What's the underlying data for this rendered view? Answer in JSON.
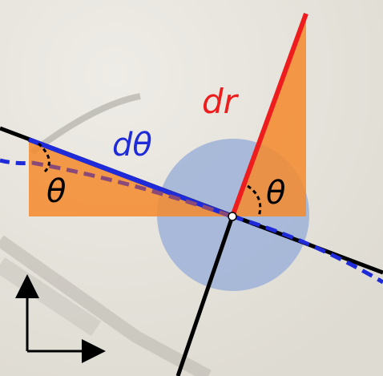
{
  "diagram": {
    "labels": {
      "d_theta": "dθ",
      "d_r": "dr",
      "theta_left": "θ",
      "theta_right": "θ"
    },
    "colors": {
      "background": "#e9e7e0",
      "orange_fill": "#f58a2c",
      "disk_fill": "#9db2d8",
      "red_line": "#ee1c1c",
      "blue_line": "#1f2bd8",
      "black_line": "#000000",
      "dashed_purple": "#8a4a78",
      "label_blue": "#1f2bd8",
      "label_red": "#ee1c1c",
      "label_black": "#000000"
    },
    "icons": {
      "axes": "xy-axes-arrows-icon"
    }
  }
}
